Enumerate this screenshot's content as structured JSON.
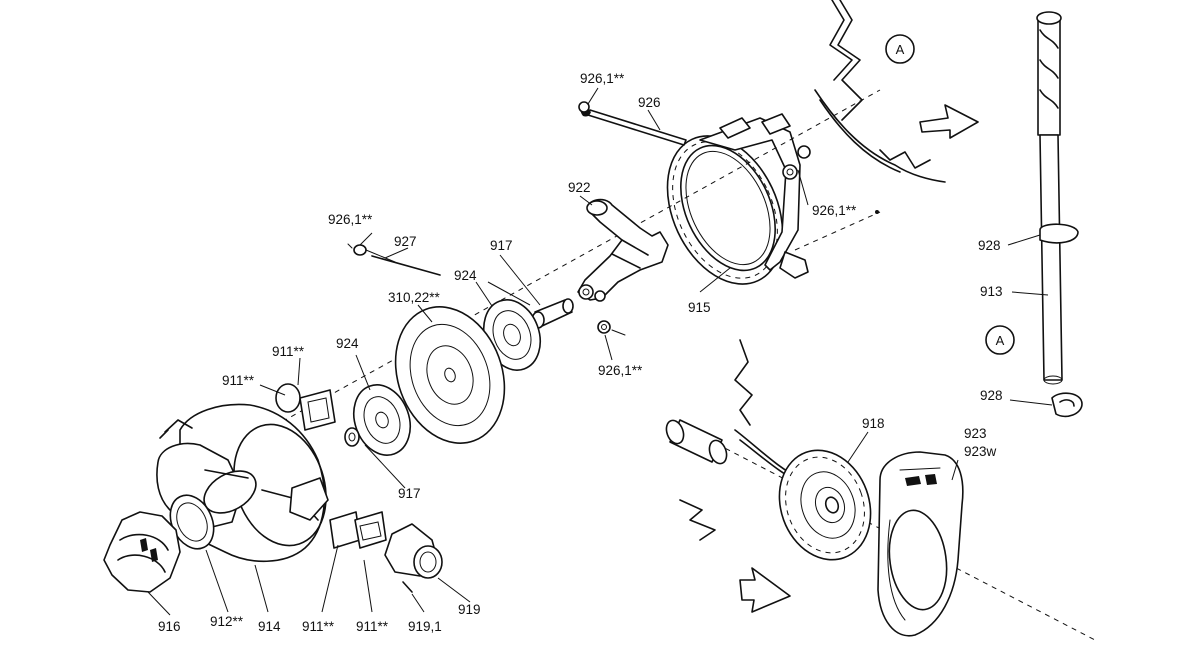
{
  "labels": {
    "p926_1_top": "926,1**",
    "p926": "926",
    "pA_top": "A",
    "p922": "922",
    "p926_1_right": "926,1**",
    "p926_1_left": "926,1**",
    "p927": "927",
    "p917_top": "917",
    "p924_top": "924",
    "p310": "310,22**",
    "p915": "915",
    "p911_a": "911**",
    "p924_mid": "924",
    "p911_b": "911**",
    "p926_1_mid": "926,1**",
    "p917_mid": "917",
    "p928_top": "928",
    "p913": "913",
    "pA_mid": "A",
    "p928_bot": "928",
    "p918": "918",
    "p923": "923",
    "p923w": "923w",
    "p916": "916",
    "p912": "912**",
    "p914": "914",
    "p911_c": "911**",
    "p911_d": "911**",
    "p919_1": "919,1",
    "p919": "919"
  }
}
